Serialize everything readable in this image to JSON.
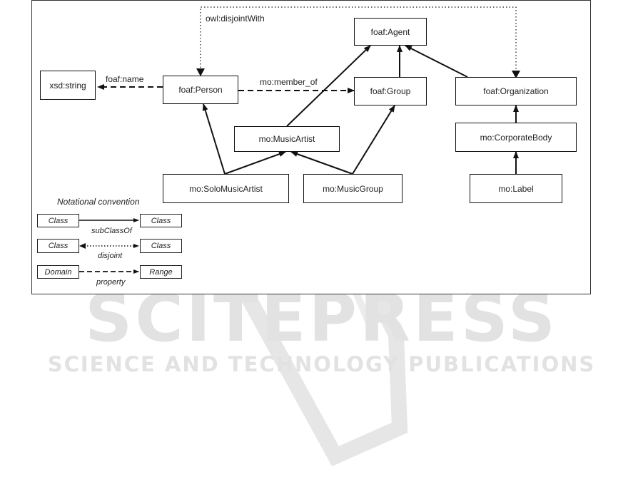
{
  "diagram": {
    "nodes": {
      "foaf_agent": "foaf:Agent",
      "xsd_string": "xsd:string",
      "foaf_person": "foaf:Person",
      "foaf_group": "foaf:Group",
      "foaf_organization": "foaf:Organization",
      "mo_music_artist": "mo:MusicArtist",
      "mo_corporate_body": "mo:CorporateBody",
      "mo_solo_music_artist": "mo:SoloMusicArtist",
      "mo_music_group": "mo:MusicGroup",
      "mo_label": "mo:Label"
    },
    "edge_labels": {
      "disjoint_with": "owl:disjointWith",
      "foaf_name": "foaf:name",
      "member_of": "mo:member_of"
    }
  },
  "legend": {
    "title": "Notational convention",
    "rows": [
      {
        "left": "Class",
        "right": "Class",
        "label": "subClassOf"
      },
      {
        "left": "Class",
        "right": "Class",
        "label": "disjoint"
      },
      {
        "left": "Domain",
        "right": "Range",
        "label": "property"
      }
    ]
  },
  "watermark": {
    "main": "SCITEPRESS",
    "sub": "SCIENCE AND TECHNOLOGY PUBLICATIONS"
  }
}
